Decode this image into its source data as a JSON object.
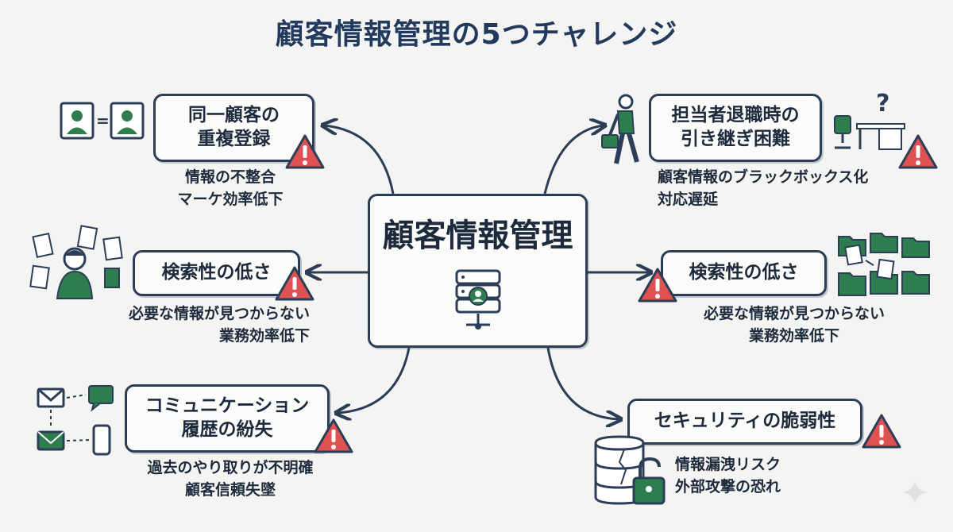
{
  "title": "顧客情報管理の5つチャレンジ",
  "center": {
    "label": "顧客情報管理"
  },
  "challenges": [
    {
      "title_lines": [
        "同一顧客の",
        "重複登録"
      ],
      "desc_lines": [
        "情報の不整合",
        "マーケ効率低下"
      ]
    },
    {
      "title_lines": [
        "担当者退職時の",
        "引き継ぎ困難"
      ],
      "desc_lines": [
        "顧客情報のブラックボックス化",
        "対応遅延"
      ]
    },
    {
      "title_lines": [
        "検索性の低さ"
      ],
      "desc_lines": [
        "必要な情報が見つからない",
        "業務効率低下"
      ]
    },
    {
      "title_lines": [
        "検索性の低さ"
      ],
      "desc_lines": [
        "必要な情報が見つからない",
        "業務効率低下"
      ]
    },
    {
      "title_lines": [
        "コミュニケーション",
        "履歴の紛失"
      ],
      "desc_lines": [
        "過去のやり取りが不明確",
        "顧客信頼失墜"
      ]
    },
    {
      "title_lines": [
        "セキュリティの脆弱性"
      ],
      "desc_lines": [
        "情報漏洩リスク",
        "外部攻撃の恐れ"
      ]
    }
  ],
  "icons": {
    "warning": "warning-icon",
    "equals_sign": "=",
    "question_mark": "?"
  },
  "colors": {
    "navy": "#2c3e57",
    "title_navy": "#223a5e",
    "green": "#2e7d4f",
    "warning_red": "#e05252",
    "background": "#f4f4f2"
  }
}
